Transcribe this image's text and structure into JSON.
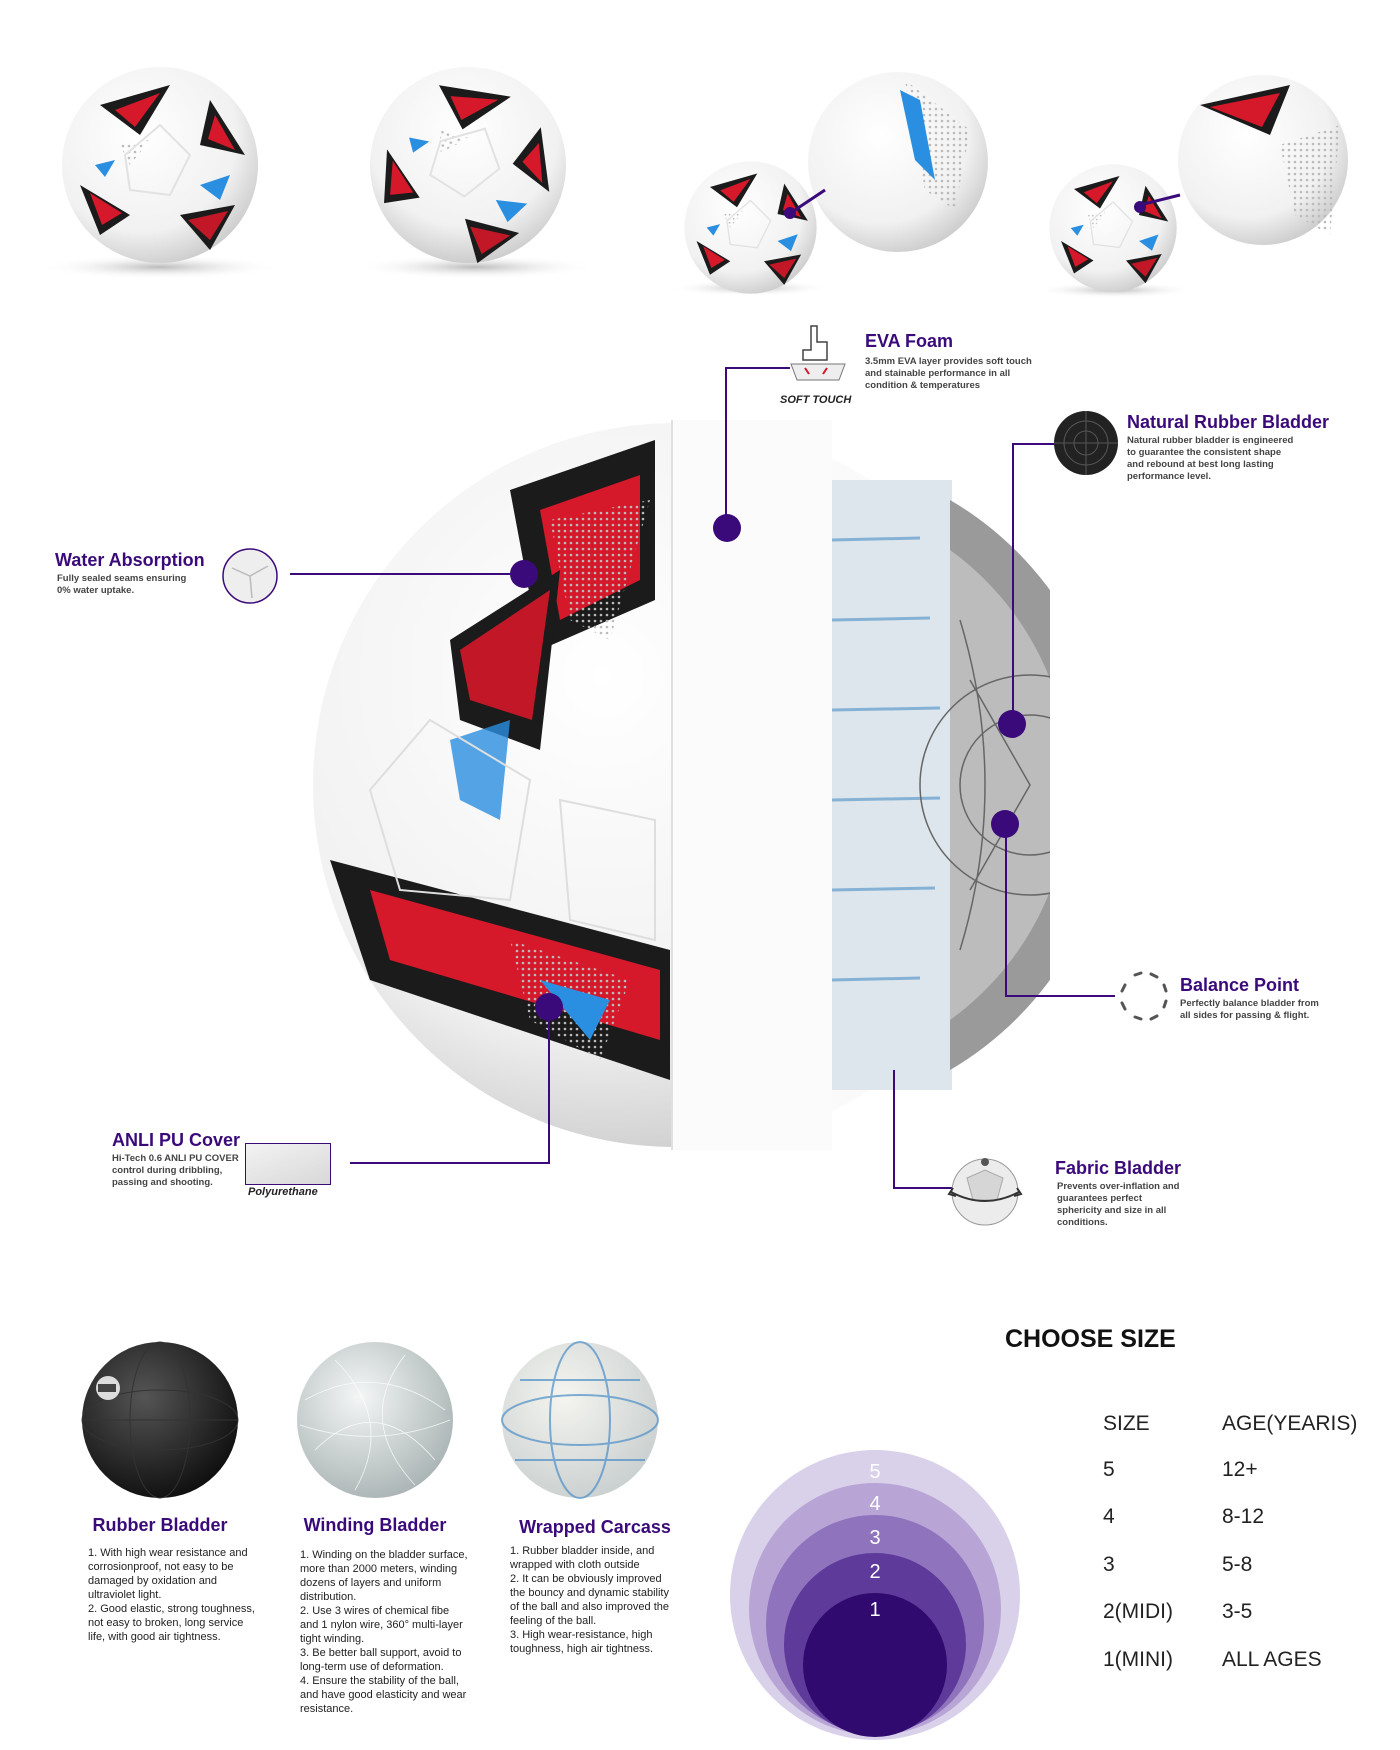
{
  "features": {
    "eva": {
      "title": "EVA Foam",
      "text": "3.5mm EVA layer provides soft touch and stainable performance in all condition & temperatures",
      "icon_label": "SOFT TOUCH"
    },
    "natural_rubber": {
      "title": "Natural Rubber Bladder",
      "text": "Natural rubber bladder is engineered to guarantee the consistent shape and rebound at best long lasting performance level."
    },
    "water": {
      "title": "Water Absorption",
      "text": "Fully sealed seams ensuring 0% water uptake."
    },
    "balance": {
      "title": "Balance Point",
      "text": "Perfectly balance bladder from all sides for passing & flight."
    },
    "pu_cover": {
      "title": "ANLI PU Cover",
      "text": "Hi-Tech 0.6 ANLI PU COVER control during dribbling, passing and shooting.",
      "icon_label": "Polyurethane"
    },
    "fabric": {
      "title": "Fabric Bladder",
      "text": "Prevents over-inflation and guarantees perfect sphericity and size in all conditions."
    }
  },
  "layers": [
    {
      "title": "Rubber Bladder",
      "text": "1. With high wear resistance and corrosionproof, not easy to be damaged by oxidation and ultraviolet light.\n2. Good elastic, strong toughness, not easy to broken, long service life, with good air tightness."
    },
    {
      "title": "Winding Bladder",
      "text": "1. Winding on the bladder surface, more than 2000 meters, winding dozens of layers and uniform distribution.\n2. Use 3 wires of chemical fibe and 1 nylon wire, 360° multi-layer tight winding.\n3. Be better ball support, avoid to long-term use of deformation.\n4. Ensure the stability of the ball, and have good elasticity and wear resistance."
    },
    {
      "title": "Wrapped Carcass",
      "text": "1. Rubber bladder inside, and wrapped with cloth outside\n2. It can be obviously improved the bouncy and dynamic stability of the ball and also improved the feeling of the ball.\n3. High wear-resistance, high toughness, high air tightness."
    }
  ],
  "size_chart": {
    "title": "CHOOSE SIZE",
    "col_size": "SIZE",
    "col_age": "AGE(YEARIS)",
    "rows": [
      {
        "size": "5",
        "age": "12+"
      },
      {
        "size": "4",
        "age": "8-12"
      },
      {
        "size": "3",
        "age": "5-8"
      },
      {
        "size": "2(MIDI)",
        "age": "3-5"
      },
      {
        "size": "1(MINI)",
        "age": "ALL AGES"
      }
    ],
    "circle_labels": [
      "5",
      "4",
      "3",
      "2",
      "1"
    ],
    "colors": [
      "#d9d0ea",
      "#b8a5d6",
      "#8f74bd",
      "#5e3a9a",
      "#300a6e"
    ]
  },
  "colors": {
    "accent": "#3a0a7a",
    "red": "#d5182a",
    "blue": "#2a8fe0"
  }
}
